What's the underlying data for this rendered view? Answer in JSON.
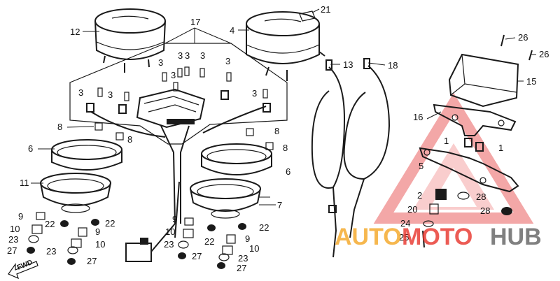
{
  "labels": {
    "l12": "12",
    "l4": "4",
    "l21": "21",
    "l17": "17",
    "l3a": "3",
    "l3b": "3",
    "l3c": "3",
    "l3d": "3",
    "l3e": "3",
    "l3f": "3",
    "l3g": "3",
    "l3h": "3",
    "l3i": "3",
    "l8a": "8",
    "l8b": "8",
    "l8c": "8",
    "l8d": "8",
    "l6a": "6",
    "l6b": "6",
    "l11": "11",
    "l7": "7",
    "l9a": "9",
    "l9b": "9",
    "l9c": "9",
    "l9d": "9",
    "l10a": "10",
    "l10b": "10",
    "l10c": "10",
    "l10d": "10",
    "l22a": "22",
    "l22b": "22",
    "l22c": "22",
    "l22d": "22",
    "l23a": "23",
    "l23b": "23",
    "l23c": "23",
    "l23d": "23",
    "l27a": "27",
    "l27b": "27",
    "l27c": "27",
    "l27d": "27",
    "l13": "13",
    "l18": "18",
    "l26a": "26",
    "l26b": "26",
    "l15": "15",
    "l16": "16",
    "l1a": "1",
    "l1b": "1",
    "l5": "5",
    "l2": "2",
    "l28a": "28",
    "l28b": "28",
    "l20": "20",
    "l24": "24",
    "l25": "25"
  },
  "fwd_label": "FWD",
  "watermark": {
    "part1": "AUTO",
    "part2": "MOTO",
    "part3": "HUB",
    "color_orange": "#f5a623",
    "color_red": "#e8332a",
    "color_gray": "#6b6b6b"
  }
}
